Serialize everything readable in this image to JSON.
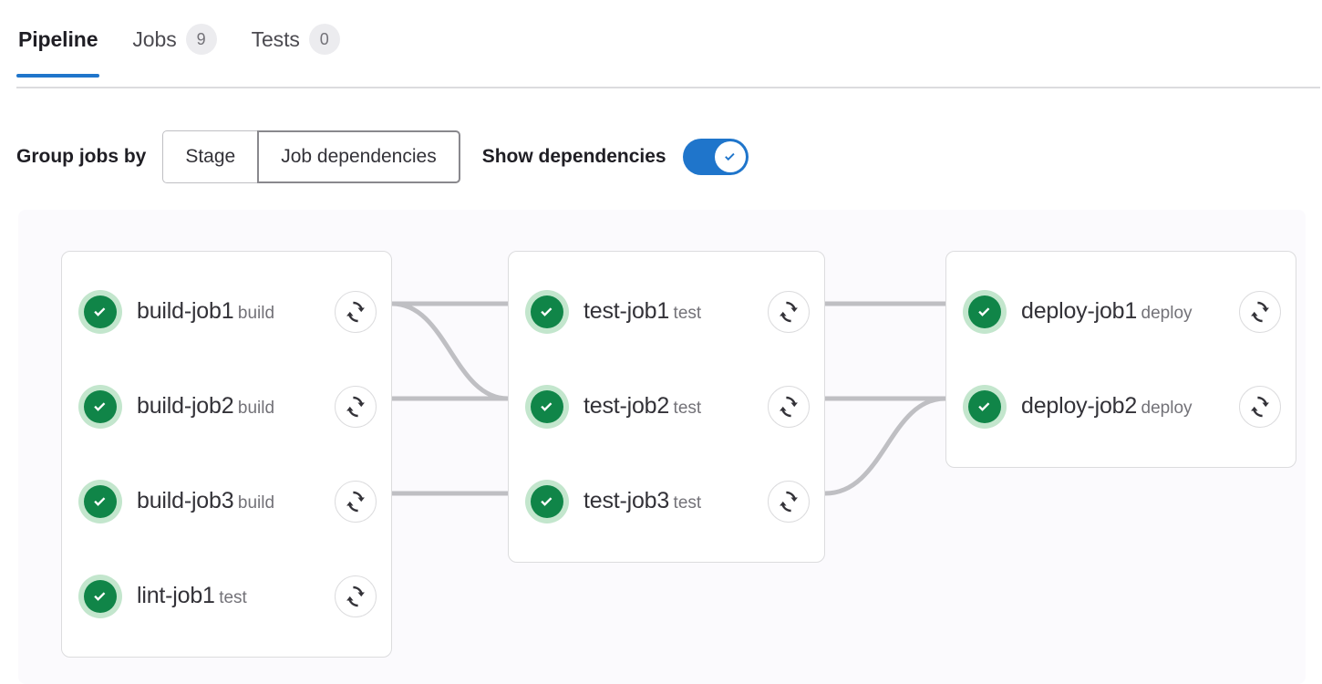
{
  "tabs": [
    {
      "label": "Pipeline",
      "badge": null,
      "active": true
    },
    {
      "label": "Jobs",
      "badge": "9",
      "active": false
    },
    {
      "label": "Tests",
      "badge": "0",
      "active": false
    }
  ],
  "controls": {
    "group_jobs_by_label": "Group jobs by",
    "segments": [
      {
        "label": "Stage",
        "selected": false
      },
      {
        "label": "Job dependencies",
        "selected": true
      }
    ],
    "show_dependencies_label": "Show dependencies",
    "show_dependencies_on": true
  },
  "colors": {
    "accent_blue": "#1f75cb",
    "success_green": "#108548",
    "success_green_light": "#c3e6cd",
    "link_gray": "#bfbfc3",
    "canvas_bg": "#fbfafd",
    "card_border": "#dcdcde",
    "badge_bg": "#ececef"
  },
  "pipeline": {
    "columns": [
      {
        "name": "column-1",
        "jobs": [
          {
            "name": "build-job1",
            "stage": "build",
            "status": "success",
            "retry_icon": "retry-icon"
          },
          {
            "name": "build-job2",
            "stage": "build",
            "status": "success",
            "retry_icon": "retry-icon"
          },
          {
            "name": "build-job3",
            "stage": "build",
            "status": "success",
            "retry_icon": "retry-icon"
          },
          {
            "name": "lint-job1",
            "stage": "test",
            "status": "success",
            "retry_icon": "retry-icon"
          }
        ]
      },
      {
        "name": "column-2",
        "jobs": [
          {
            "name": "test-job1",
            "stage": "test",
            "status": "success",
            "retry_icon": "retry-icon"
          },
          {
            "name": "test-job2",
            "stage": "test",
            "status": "success",
            "retry_icon": "retry-icon"
          },
          {
            "name": "test-job3",
            "stage": "test",
            "status": "success",
            "retry_icon": "retry-icon"
          }
        ]
      },
      {
        "name": "column-3",
        "jobs": [
          {
            "name": "deploy-job1",
            "stage": "deploy",
            "status": "success",
            "retry_icon": "retry-icon"
          },
          {
            "name": "deploy-job2",
            "stage": "deploy",
            "status": "success",
            "retry_icon": "retry-icon"
          }
        ]
      }
    ],
    "dependencies": [
      {
        "from": "build-job1",
        "to": "test-job1"
      },
      {
        "from": "build-job1",
        "to": "test-job2"
      },
      {
        "from": "build-job2",
        "to": "test-job2"
      },
      {
        "from": "build-job3",
        "to": "test-job3"
      },
      {
        "from": "test-job1",
        "to": "deploy-job1"
      },
      {
        "from": "test-job2",
        "to": "deploy-job2"
      },
      {
        "from": "test-job3",
        "to": "deploy-job2"
      }
    ]
  }
}
